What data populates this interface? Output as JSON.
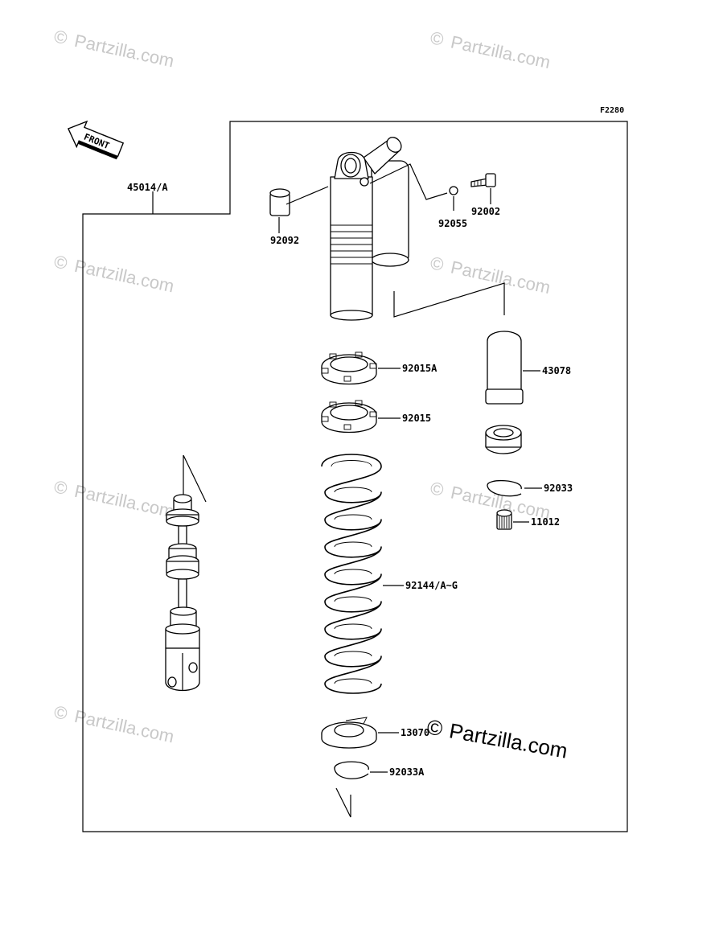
{
  "figure_code": "F2280",
  "front_label": "FRONT",
  "assembly_label": "45014/A",
  "watermark_text": "Partzilla.com",
  "brand_watermark": "Partzilla.com",
  "parts": {
    "p92092": "92092",
    "p92055": "92055",
    "p92002": "92002",
    "p43078": "43078",
    "p92015A": "92015A",
    "p92015": "92015",
    "p92033": "92033",
    "p11012": "11012",
    "p92144": "92144/A~G",
    "p13070": "13070",
    "p92033A": "92033A"
  },
  "colors": {
    "line": "#000000",
    "watermark": "#c8c8c8",
    "background": "#ffffff"
  }
}
